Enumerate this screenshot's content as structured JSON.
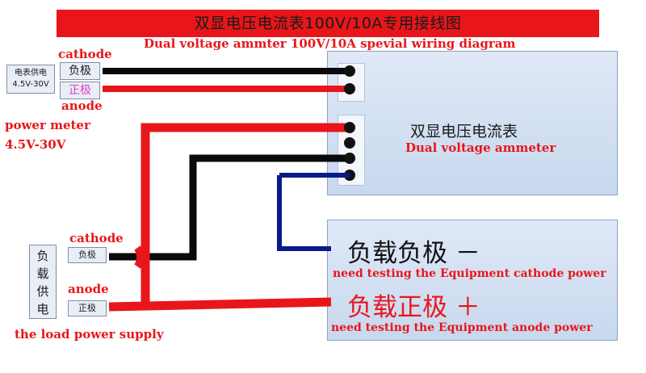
{
  "banner": {
    "title": "双显电压电流表100V/10A专用接线图"
  },
  "subtitle": "Dual voltage ammter 100V/10A spevial wiring diagram",
  "meter": {
    "label_cn": "双显电压电流表",
    "label_en": "Dual voltage ammeter"
  },
  "power_supply": {
    "box_line1": "电表供电",
    "box_line2": "4.5V-30V",
    "cathode_label": "cathode",
    "cathode_tag": "负极",
    "anode_tag": "正极",
    "anode_label": "anode",
    "caption_line1": "power meter",
    "caption_line2": "4.5V-30V"
  },
  "load_supply": {
    "box_chars": [
      "负",
      "载",
      "供",
      "电"
    ],
    "cathode_label": "cathode",
    "cathode_tag": "负极",
    "anode_label": "anode",
    "anode_tag": "正极",
    "caption": "the load power supply"
  },
  "load": {
    "negative_cn": "负载负极 －",
    "negative_en": "need testing the Equipment cathode power",
    "positive_cn": "负载正极 ＋",
    "positive_en": "need testing the Equipment anode power"
  },
  "colors": {
    "banner_red": "#e8161a",
    "wire_red": "#e8161a",
    "wire_black": "#0a0a0a",
    "wire_blue": "#0a1a8c",
    "panel_blue": "#d3e0f2"
  }
}
